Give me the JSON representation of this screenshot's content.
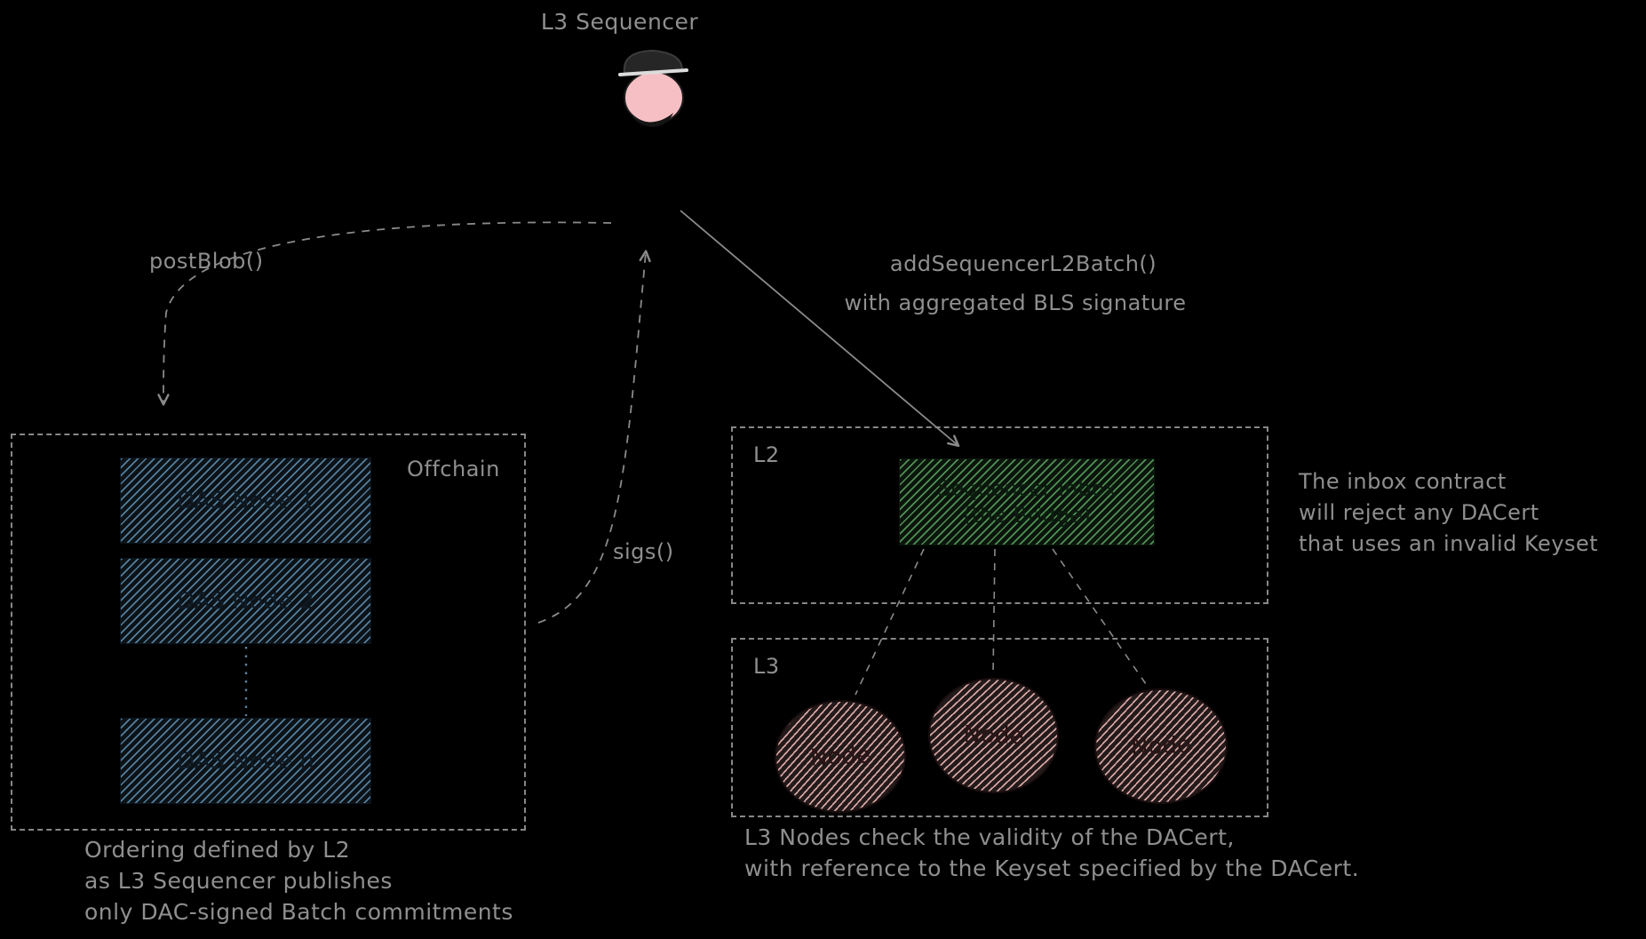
{
  "sequencer": {
    "label": "L3 Sequencer",
    "icon": "person-icon"
  },
  "labels": {
    "postBlob": "postBlob()",
    "sigs": "sigs()",
    "addBatch_line1": "addSequencerL2Batch()",
    "addBatch_line2": "with aggregated BLS signature"
  },
  "offchain_group": {
    "label": "Offchain",
    "nodes": [
      "DAS Node 1",
      "DAS Node 2",
      "DAS Node n"
    ]
  },
  "l2_group": {
    "label": "L2",
    "inbox_line1": "Sequencer Inbox",
    "inbox_line2": "(the Bridge)"
  },
  "l3_group": {
    "label": "L3",
    "nodes": [
      "Node",
      "Node",
      "Node"
    ]
  },
  "notes": {
    "inbox_note": [
      "The inbox contract",
      "will reject any DACert",
      "that uses an invalid Keyset"
    ],
    "ordering_note": [
      "Ordering defined by L2",
      "as L3 Sequencer publishes",
      "only DAC-signed Batch commitments"
    ],
    "validity_note": [
      "L3 Nodes check the validity of the DACert,",
      "with reference to the Keyset specified by the DACert."
    ]
  },
  "colors": {
    "background": "#000000",
    "label_text": "#8f8f8f",
    "das_node_fill": "#54809f",
    "inbox_fill": "#4f9254",
    "l3_node_fill": "#d8a6a4",
    "sequencer_icon_fill": "#f5bfc3",
    "connector": "#7f7f7f"
  }
}
